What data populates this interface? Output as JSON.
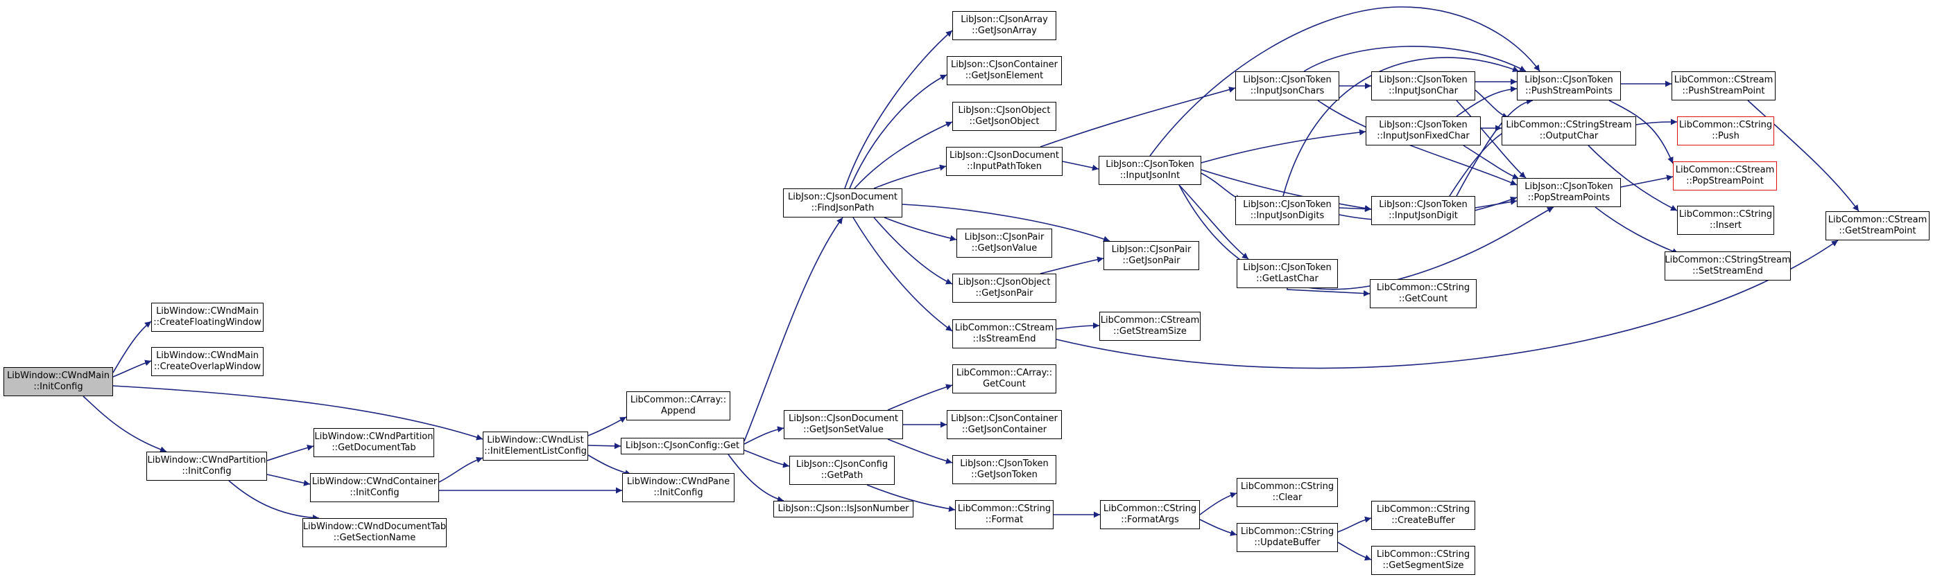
{
  "colors": {
    "edge": "#1a237e",
    "root_fill": "#bfbfbf",
    "node_border": "#000000",
    "truncated_border": "#e01010"
  },
  "nodes": {
    "n0": {
      "line1": "LibWindow::CWndMain",
      "line2": "::InitConfig"
    },
    "n1": {
      "line1": "LibWindow::CWndMain",
      "line2": "::CreateFloatingWindow"
    },
    "n2": {
      "line1": "LibWindow::CWndMain",
      "line2": "::CreateOverlapWindow"
    },
    "n3": {
      "line1": "LibWindow::CWndList",
      "line2": "::InitElementListConfig"
    },
    "n4": {
      "line1": "LibWindow::CWndPartition",
      "line2": "::InitConfig"
    },
    "n5": {
      "line1": "LibWindow::CWndPartition",
      "line2": "::GetDocumentTab"
    },
    "n6": {
      "line1": "LibWindow::CWndContainer",
      "line2": "::InitConfig"
    },
    "n7": {
      "line1": "LibWindow::CWndDocumentTab",
      "line2": "::GetSectionName"
    },
    "n8": {
      "line1": "LibWindow::CWndPane",
      "line2": "::InitConfig"
    },
    "n9": {
      "line1": "LibCommon::CArray::",
      "line2": "Append"
    },
    "n10": {
      "line1": "LibJson::CJsonConfig::Get",
      "line2": ""
    },
    "n11": {
      "line1": "LibJson::CJsonDocument",
      "line2": "::FindJsonPath"
    },
    "n12": {
      "line1": "LibJson::CJsonDocument",
      "line2": "::GetJsonSetValue"
    },
    "n13": {
      "line1": "LibJson::CJsonConfig",
      "line2": "::GetPath"
    },
    "n14": {
      "line1": "LibJson::CJson::IsJsonNumber",
      "line2": ""
    },
    "n15": {
      "line1": "LibJson::CJsonArray",
      "line2": "::GetJsonArray"
    },
    "n16": {
      "line1": "LibJson::CJsonContainer",
      "line2": "::GetJsonElement"
    },
    "n17": {
      "line1": "LibJson::CJsonObject",
      "line2": "::GetJsonObject"
    },
    "n18": {
      "line1": "LibJson::CJsonDocument",
      "line2": "::InputPathToken"
    },
    "n19": {
      "line1": "LibJson::CJsonPair",
      "line2": "::GetJsonValue"
    },
    "n20": {
      "line1": "LibJson::CJsonObject",
      "line2": "::GetJsonPair"
    },
    "n21": {
      "line1": "LibCommon::CStream",
      "line2": "::IsStreamEnd"
    },
    "n22": {
      "line1": "LibCommon::CArray::",
      "line2": "GetCount"
    },
    "n23": {
      "line1": "LibJson::CJsonContainer",
      "line2": "::GetJsonContainer"
    },
    "n24": {
      "line1": "LibJson::CJsonToken",
      "line2": "::GetJsonToken"
    },
    "n25": {
      "line1": "LibCommon::CString",
      "line2": "::Format"
    },
    "n26": {
      "line1": "LibJson::CJsonPair",
      "line2": "::GetJsonPair"
    },
    "n27": {
      "line1": "LibCommon::CStream",
      "line2": "::GetStreamSize"
    },
    "n28": {
      "line1": "LibJson::CJsonToken",
      "line2": "::InputJsonInt"
    },
    "n29": {
      "line1": "LibCommon::CString",
      "line2": "::FormatArgs"
    },
    "n30": {
      "line1": "LibJson::CJsonToken",
      "line2": "::InputJsonChars"
    },
    "n31": {
      "line1": "LibJson::CJsonToken",
      "line2": "::InputJsonDigits"
    },
    "n32": {
      "line1": "LibJson::CJsonToken",
      "line2": "::GetLastChar"
    },
    "n33": {
      "line1": "LibCommon::CString",
      "line2": "::Clear"
    },
    "n34": {
      "line1": "LibCommon::CString",
      "line2": "::UpdateBuffer"
    },
    "n35": {
      "line1": "LibJson::CJsonToken",
      "line2": "::InputJsonChar"
    },
    "n36": {
      "line1": "LibJson::CJsonToken",
      "line2": "::InputJsonFixedChar"
    },
    "n37": {
      "line1": "LibJson::CJsonToken",
      "line2": "::InputJsonDigit"
    },
    "n38": {
      "line1": "LibCommon::CString",
      "line2": "::GetCount"
    },
    "n39": {
      "line1": "LibCommon::CString",
      "line2": "::CreateBuffer"
    },
    "n40": {
      "line1": "LibCommon::CString",
      "line2": "::GetSegmentSize"
    },
    "n41": {
      "line1": "LibJson::CJsonToken",
      "line2": "::PushStreamPoints"
    },
    "n42": {
      "line1": "LibCommon::CStringStream",
      "line2": "::OutputChar"
    },
    "n43": {
      "line1": "LibJson::CJsonToken",
      "line2": "::PopStreamPoints"
    },
    "n44": {
      "line1": "LibCommon::CStream",
      "line2": "::PushStreamPoint"
    },
    "n45": {
      "line1": "LibCommon::CString",
      "line2": "::Push"
    },
    "n46": {
      "line1": "LibCommon::CStream",
      "line2": "::PopStreamPoint"
    },
    "n47": {
      "line1": "LibCommon::CString",
      "line2": "::Insert"
    },
    "n48": {
      "line1": "LibCommon::CStringStream",
      "line2": "::SetStreamEnd"
    },
    "n49": {
      "line1": "LibCommon::CStream",
      "line2": "::GetStreamPoint"
    }
  }
}
